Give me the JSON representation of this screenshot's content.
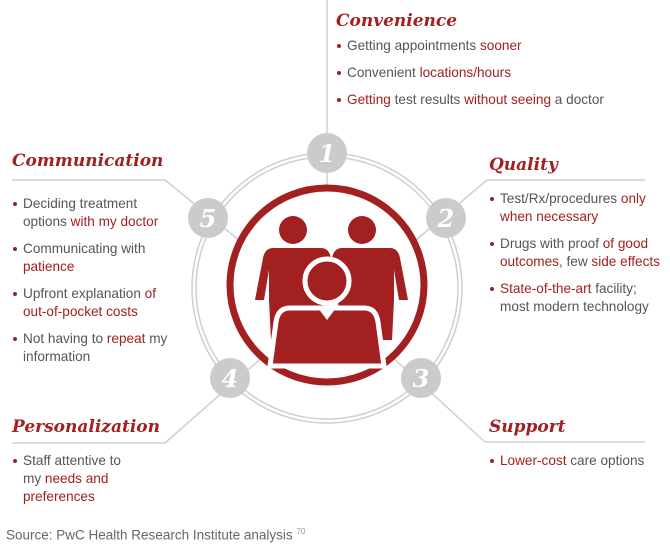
{
  "colors": {
    "accent": "#a32020",
    "ring": "#cfcfd1",
    "text": "#555555"
  },
  "center_icon": "people-group-icon",
  "categories": [
    {
      "id": "convenience",
      "number": "1",
      "title": "Convenience",
      "bullets": [
        [
          {
            "t": "Getting appointments ",
            "h": false
          },
          {
            "t": "sooner",
            "h": true
          }
        ],
        [
          {
            "t": "Convenient ",
            "h": false
          },
          {
            "t": "locations/hours",
            "h": true
          }
        ],
        [
          {
            "t": "Getting",
            "h": true
          },
          {
            "t": " test results ",
            "h": false
          },
          {
            "t": "without seeing",
            "h": true
          },
          {
            "t": " a doctor",
            "h": false
          }
        ]
      ]
    },
    {
      "id": "quality",
      "number": "2",
      "title": "Quality",
      "bullets": [
        [
          {
            "t": "Test/Rx/procedures ",
            "h": false
          },
          {
            "t": "only when necessary",
            "h": true
          }
        ],
        [
          {
            "t": "Drugs with proof ",
            "h": false
          },
          {
            "t": "of good outcomes",
            "h": true
          },
          {
            "t": ", few ",
            "h": false
          },
          {
            "t": "side effects",
            "h": true
          }
        ],
        [
          {
            "t": "State-of-the-art",
            "h": true
          },
          {
            "t": " facility; most modern technology",
            "h": false
          }
        ]
      ]
    },
    {
      "id": "support",
      "number": "3",
      "title": "Support",
      "bullets": [
        [
          {
            "t": "Lower-cost",
            "h": true
          },
          {
            "t": " care options",
            "h": false
          }
        ]
      ]
    },
    {
      "id": "personalization",
      "number": "4",
      "title": "Personalization",
      "bullets": [
        [
          {
            "t": "Staff attentive to my ",
            "h": false
          },
          {
            "t": "needs and preferences",
            "h": true
          }
        ]
      ]
    },
    {
      "id": "communication",
      "number": "5",
      "title": "Communication",
      "bullets": [
        [
          {
            "t": "Deciding treatment options ",
            "h": false
          },
          {
            "t": "with my doctor",
            "h": true
          }
        ],
        [
          {
            "t": "Communicating with ",
            "h": false
          },
          {
            "t": "patience",
            "h": true
          }
        ],
        [
          {
            "t": "Upfront explanation ",
            "h": false
          },
          {
            "t": "of out-of-pocket costs",
            "h": true
          }
        ],
        [
          {
            "t": "Not having to ",
            "h": false
          },
          {
            "t": "repeat",
            "h": true
          },
          {
            "t": " my information",
            "h": false
          }
        ]
      ]
    }
  ],
  "source": {
    "text": "Source: PwC Health Research Institute analysis",
    "footnote": "70"
  }
}
